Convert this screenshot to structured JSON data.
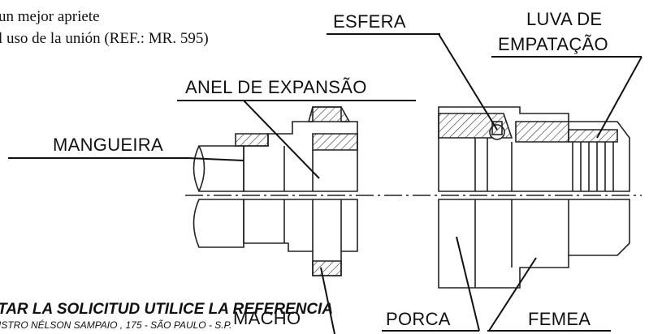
{
  "intro": {
    "line1": "un mejor apriete",
    "line2": "l uso de la unión (REF.: MR. 595)"
  },
  "labels": {
    "esfera": "ESFERA",
    "luva_line1": "LUVA DE",
    "luva_line2": "EMPATAÇÃO",
    "anel": "ANEL DE EXPANSÃO",
    "mangueira": "MANGUEIRA",
    "macho": "MACHO",
    "porca": "PORCA",
    "femea": "FEMEA"
  },
  "footer": {
    "notice": "TAR LA SOLICITUD UTILICE LA REFERENCIA",
    "address": "ISTRO NÉLSON SAMPAIO , 175 - SÃO PAULO - S.P."
  }
}
